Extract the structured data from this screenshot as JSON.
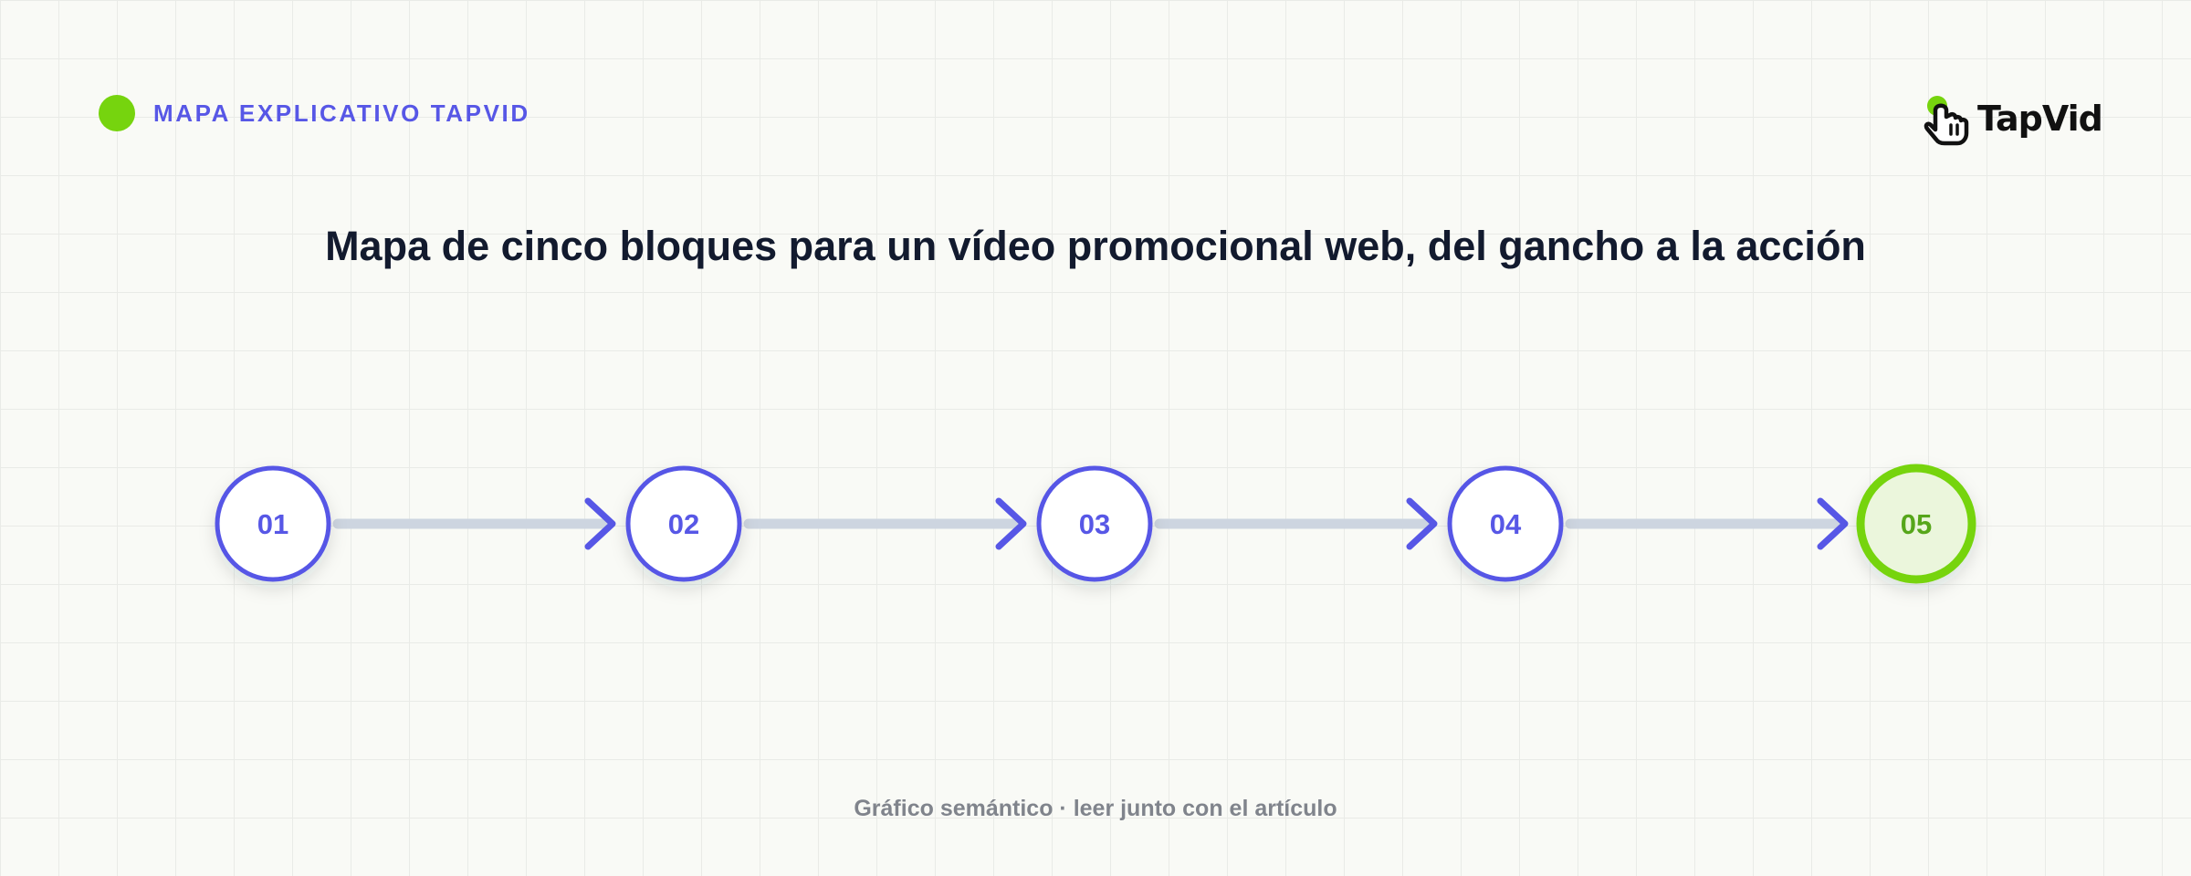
{
  "header": {
    "tag": "MAPA EXPLICATIVO TAPVID",
    "logo_text": "TapVid",
    "logo_icon": "pointer-hand-icon"
  },
  "title": "Mapa de cinco bloques para un vídeo promocional web, del gancho a la acción",
  "steps": [
    {
      "label": "01",
      "highlight": false
    },
    {
      "label": "02",
      "highlight": false
    },
    {
      "label": "03",
      "highlight": false
    },
    {
      "label": "04",
      "highlight": false
    },
    {
      "label": "05",
      "highlight": true
    }
  ],
  "footer": "Gráfico semántico · leer junto con el artículo",
  "colors": {
    "accent": "#5757e6",
    "green": "#76d40e",
    "green_dark": "#56a61a",
    "green_fill": "#ebf6dc",
    "connector": "#cdd5e0",
    "title": "#121a2e",
    "muted": "#80848c",
    "background": "#f9faf6"
  }
}
